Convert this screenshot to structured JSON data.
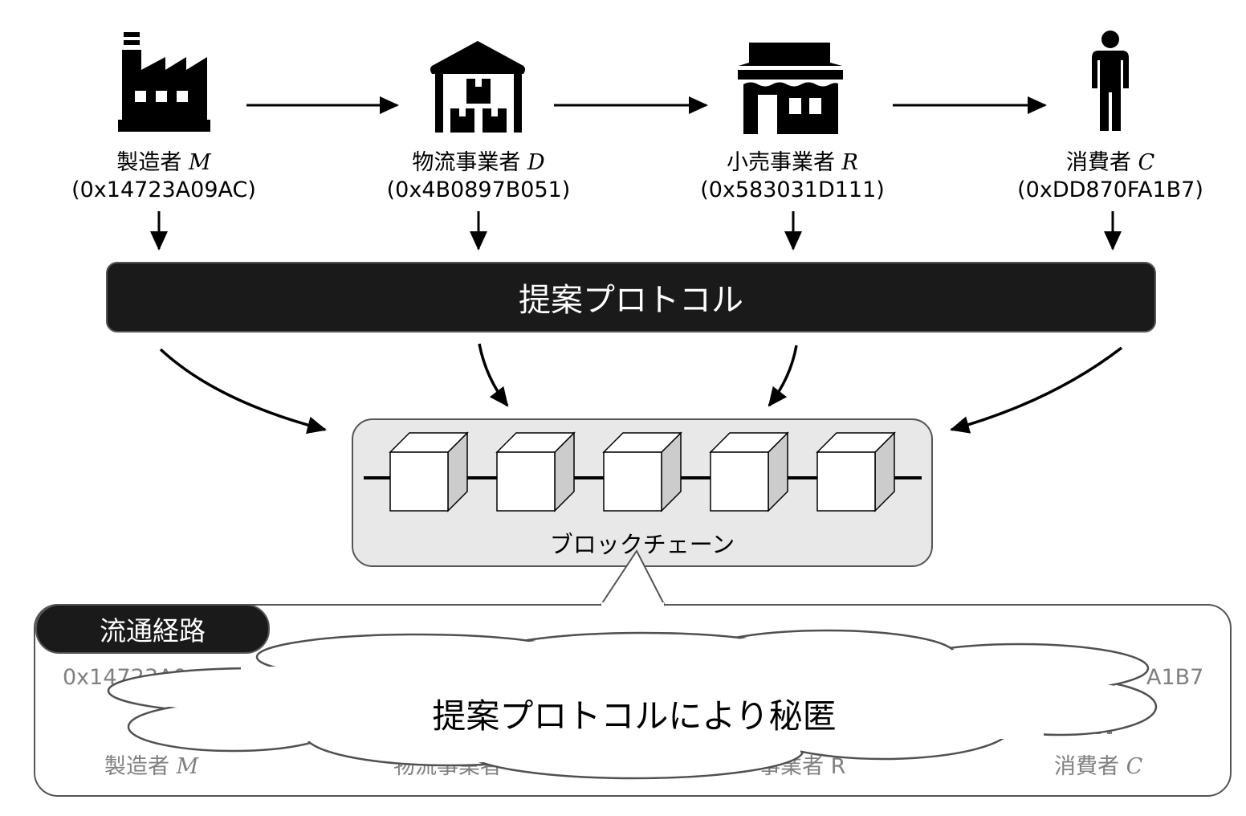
{
  "actors": [
    {
      "id": "M",
      "role": "製造者",
      "variable": "M",
      "address": "(0x14723A09AC)",
      "icon": "factory-icon"
    },
    {
      "id": "D",
      "role": "物流事業者",
      "variable": "D",
      "address": "(0x4B0897B051)",
      "icon": "warehouse-icon"
    },
    {
      "id": "R",
      "role": "小売事業者",
      "variable": "R",
      "address": "(0x583031D111)",
      "icon": "store-icon"
    },
    {
      "id": "C",
      "role": "消費者",
      "variable": "C",
      "address": "(0xDD870FA1B7)",
      "icon": "person-icon"
    }
  ],
  "protocol": {
    "label": "提案プロトコル"
  },
  "blockchain": {
    "label": "ブロックチェーン",
    "block_count": 5
  },
  "route": {
    "tag": "流通経路",
    "hidden_start_address": "0x14723A0",
    "hidden_end_address": "A1B7",
    "faded_start_role": "製造者",
    "faded_start_var": "M",
    "faded_end_role": "消費者",
    "faded_end_var": "C",
    "faded_mid1": "物流事業者",
    "faded_mid2": "事業者 R"
  },
  "cloud": {
    "label": "提案プロトコルにより秘匿"
  },
  "colors": {
    "dark": "#1a1a1a",
    "chain_bg": "#e8e8e8",
    "faded_text": "#808080",
    "cube_side": "#cccccc"
  }
}
